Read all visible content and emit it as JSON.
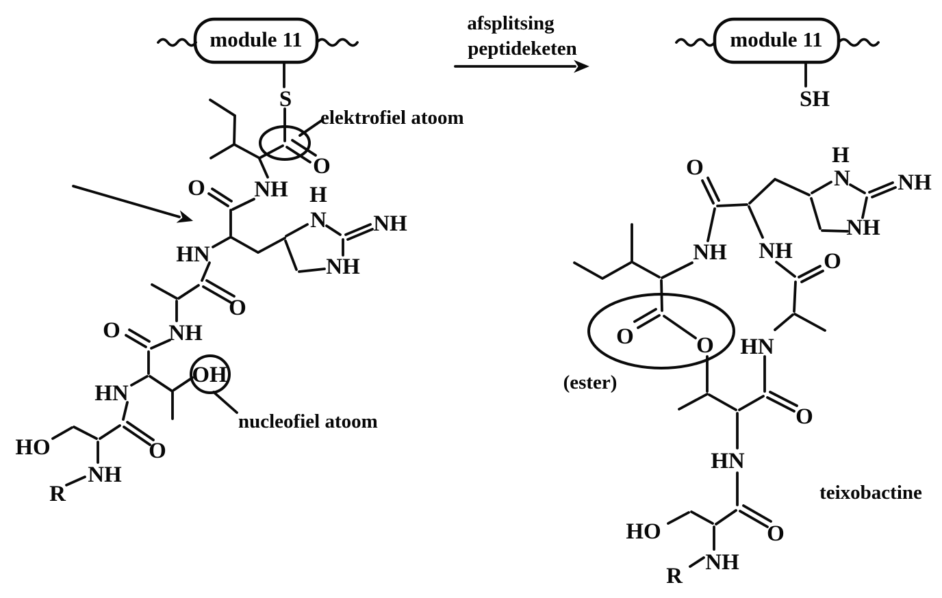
{
  "colors": {
    "ink": "#000000",
    "paper": "#ffffff"
  },
  "modules": {
    "left_label": "module 11",
    "right_label": "module 11"
  },
  "arrow_caption": {
    "line1": "afsplitsing",
    "line2": "peptideketen"
  },
  "callouts": {
    "electrophile": "elektrofiel atoom",
    "nucleophile": "nucleofiel atoom",
    "ester": "(ester)",
    "product_name": "teixobactine"
  },
  "reactant_atoms": [
    {
      "id": "s-thioester",
      "label": "S"
    },
    {
      "id": "o-thioester",
      "label": "O"
    },
    {
      "id": "nh-ile",
      "label": "NH"
    },
    {
      "id": "o-end-carbonyl",
      "label": "O"
    },
    {
      "id": "h-ring",
      "label": "H"
    },
    {
      "id": "n-ring",
      "label": "N"
    },
    {
      "id": "nh-imine",
      "label": "NH"
    },
    {
      "id": "nh-ring",
      "label": "NH"
    },
    {
      "id": "hn-end",
      "label": "HN"
    },
    {
      "id": "o-ala-carbonyl",
      "label": "O"
    },
    {
      "id": "nh-ala",
      "label": "NH"
    },
    {
      "id": "o-thr-carbonyl",
      "label": "O"
    },
    {
      "id": "hn-thr",
      "label": "HN"
    },
    {
      "id": "oh-thr",
      "label": "OH"
    },
    {
      "id": "o-ser-carbonyl",
      "label": "O"
    },
    {
      "id": "ho-ser",
      "label": "HO"
    },
    {
      "id": "nh-ser",
      "label": "NH"
    },
    {
      "id": "r-group",
      "label": "R"
    }
  ],
  "product_atoms": [
    {
      "id": "sh-thiol",
      "label": "SH"
    },
    {
      "id": "o-end-carbonyl",
      "label": "O"
    },
    {
      "id": "h-ring",
      "label": "H"
    },
    {
      "id": "n-ring",
      "label": "N"
    },
    {
      "id": "nh-imine",
      "label": "NH"
    },
    {
      "id": "nh-ring",
      "label": "NH"
    },
    {
      "id": "nh-ile",
      "label": "NH"
    },
    {
      "id": "nh-end",
      "label": "NH"
    },
    {
      "id": "o-ala-carbonyl",
      "label": "O"
    },
    {
      "id": "o-ester-carbonyl",
      "label": "O"
    },
    {
      "id": "o-ester",
      "label": "O"
    },
    {
      "id": "hn-ala",
      "label": "HN"
    },
    {
      "id": "o-thr-carbonyl",
      "label": "O"
    },
    {
      "id": "hn-thr",
      "label": "HN"
    },
    {
      "id": "o-ser-carbonyl",
      "label": "O"
    },
    {
      "id": "ho-ser",
      "label": "HO"
    },
    {
      "id": "nh-ser",
      "label": "NH"
    },
    {
      "id": "r-group",
      "label": "R"
    }
  ]
}
